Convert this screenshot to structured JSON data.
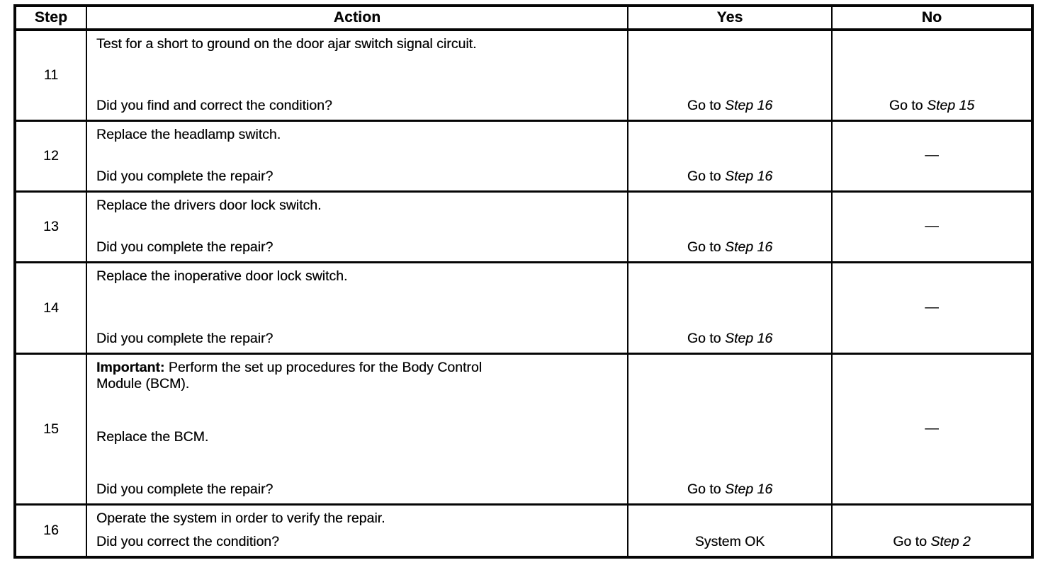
{
  "document": {
    "table": {
      "headers": [
        {
          "label": "Step"
        },
        {
          "label": "Action"
        },
        {
          "label": "Yes"
        },
        {
          "label": "No"
        }
      ],
      "rows": [
        {
          "step": "11",
          "action": [
            {
              "text": "Test for a short to ground on the door ajar switch signal circuit."
            }
          ],
          "question": "Did you find and correct the condition?",
          "yes": {
            "pre": "Go to ",
            "italic": "Step 16"
          },
          "no": {
            "pre": "Go to ",
            "italic": "Step 15"
          }
        },
        {
          "step": "12",
          "action": [
            {
              "text": "Replace the headlamp switch."
            }
          ],
          "question": "Did you complete the repair?",
          "yes": {
            "pre": "Go to ",
            "italic": "Step 16"
          },
          "no": {
            "pre": "—",
            "middle": true
          }
        },
        {
          "step": "13",
          "action": [
            {
              "text": "Replace the drivers door lock switch."
            }
          ],
          "question": "Did you complete the repair?",
          "yes": {
            "pre": "Go to ",
            "italic": "Step 16"
          },
          "no": {
            "pre": "—",
            "middle": true
          }
        },
        {
          "step": "14",
          "action": [
            {
              "text": "Replace the inoperative door lock switch."
            }
          ],
          "question": "Did you complete the repair?",
          "yes": {
            "pre": "Go to ",
            "italic": "Step 16"
          },
          "no": {
            "pre": "—",
            "middle": true
          }
        },
        {
          "step": "15",
          "action": [
            {
              "bold": "Important:",
              "text": " Perform the set up procedures for the Body Control\nModule (BCM)."
            },
            {
              "text": "Replace the BCM."
            }
          ],
          "question": "Did you complete the repair?",
          "yes": {
            "pre": "Go to ",
            "italic": "Step 16"
          },
          "no": {
            "pre": "—",
            "middle": true
          }
        },
        {
          "step": "16",
          "action": [
            {
              "text": "Operate the system in order to verify the repair."
            }
          ],
          "question": "Did you correct the condition?",
          "yes": {
            "pre": "System OK"
          },
          "no": {
            "pre": "Go to ",
            "italic": "Step 2"
          }
        }
      ]
    }
  }
}
